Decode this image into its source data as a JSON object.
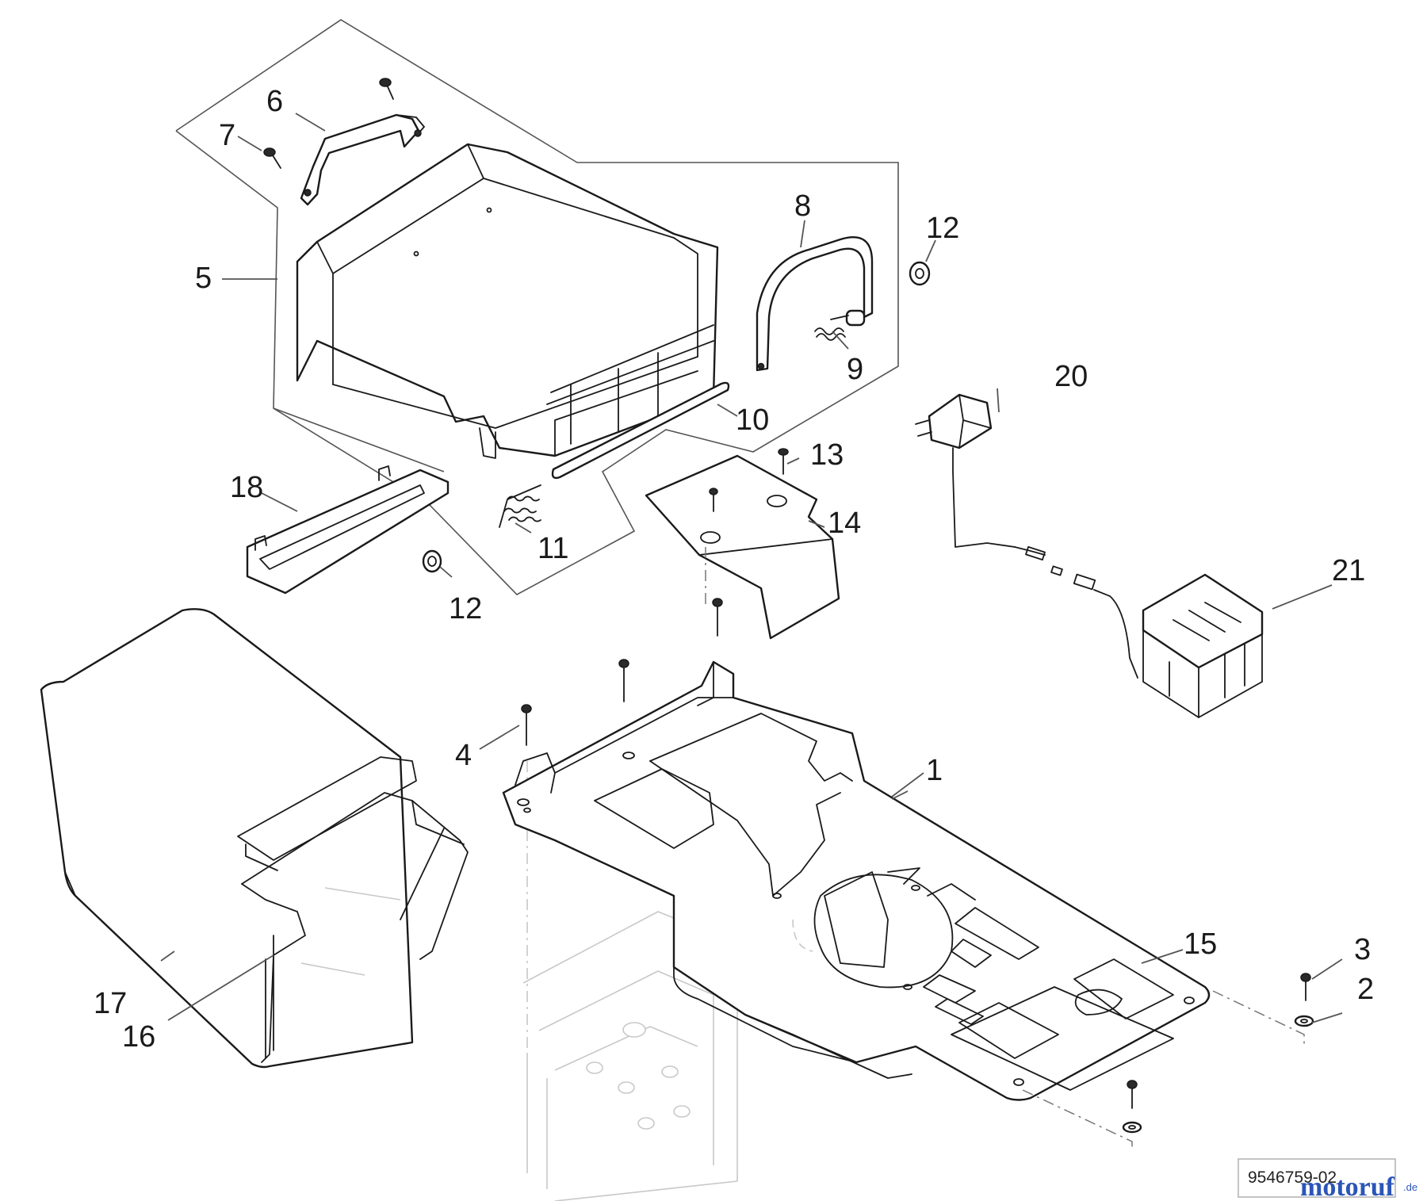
{
  "diagram": {
    "callouts": {
      "c1": "1",
      "c2": "2",
      "c3": "3",
      "c4": "4",
      "c5": "5",
      "c6": "6",
      "c7": "7",
      "c8": "8",
      "c9": "9",
      "c10": "10",
      "c11": "11",
      "c12a": "12",
      "c12b": "12",
      "c13": "13",
      "c14": "14",
      "c15": "15",
      "c16": "16",
      "c17": "17",
      "c18": "18",
      "c20": "20",
      "c21": "21"
    },
    "reference_code": "9546759-02",
    "watermark": {
      "text": "motoruf",
      "tld": ".de"
    }
  }
}
